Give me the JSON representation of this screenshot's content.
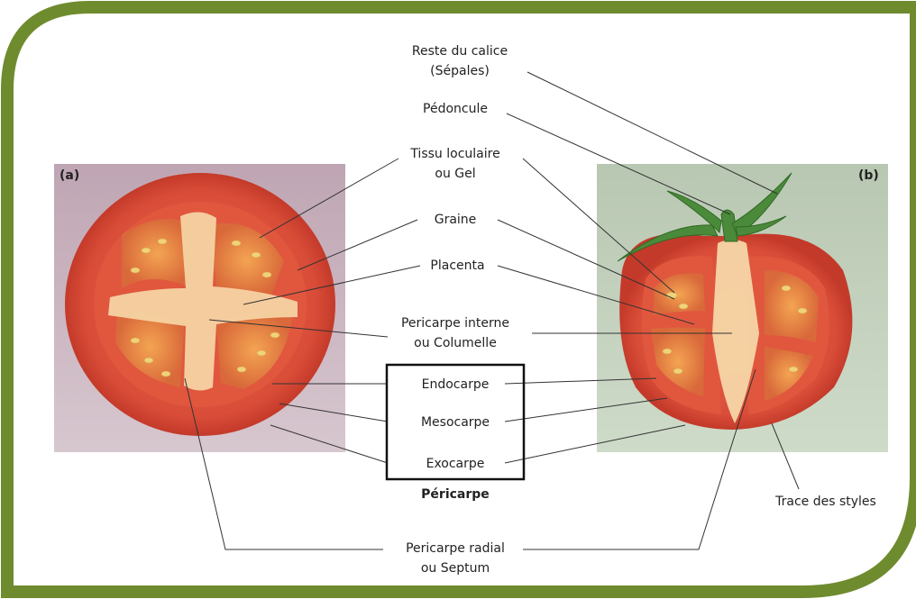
{
  "panels": {
    "left": "(a)",
    "right": "(b)"
  },
  "labels": {
    "calice_1": "Reste du calice",
    "calice_2": "(Sépales)",
    "pedoncule": "Pédoncule",
    "tissu_1": "Tissu loculaire",
    "tissu_2": "ou Gel",
    "graine": "Graine",
    "placenta": "Placenta",
    "columelle_1": "Pericarpe interne",
    "columelle_2": "ou Columelle",
    "endocarpe": "Endocarpe",
    "mesocarpe": "Mesocarpe",
    "exocarpe": "Exocarpe",
    "pericarpe": "Péricarpe",
    "septum_1": "Pericarpe radial",
    "septum_2": "ou Septum",
    "styles": "Trace des styles"
  },
  "colors": {
    "frame_green": "#6e8b2e",
    "flesh_red": "#d94d38",
    "gel_orange": "#e58a3c",
    "placenta_pale": "#f6d6a6",
    "seed_yellow": "#f0d27a",
    "stem_green": "#4b8a3a"
  }
}
